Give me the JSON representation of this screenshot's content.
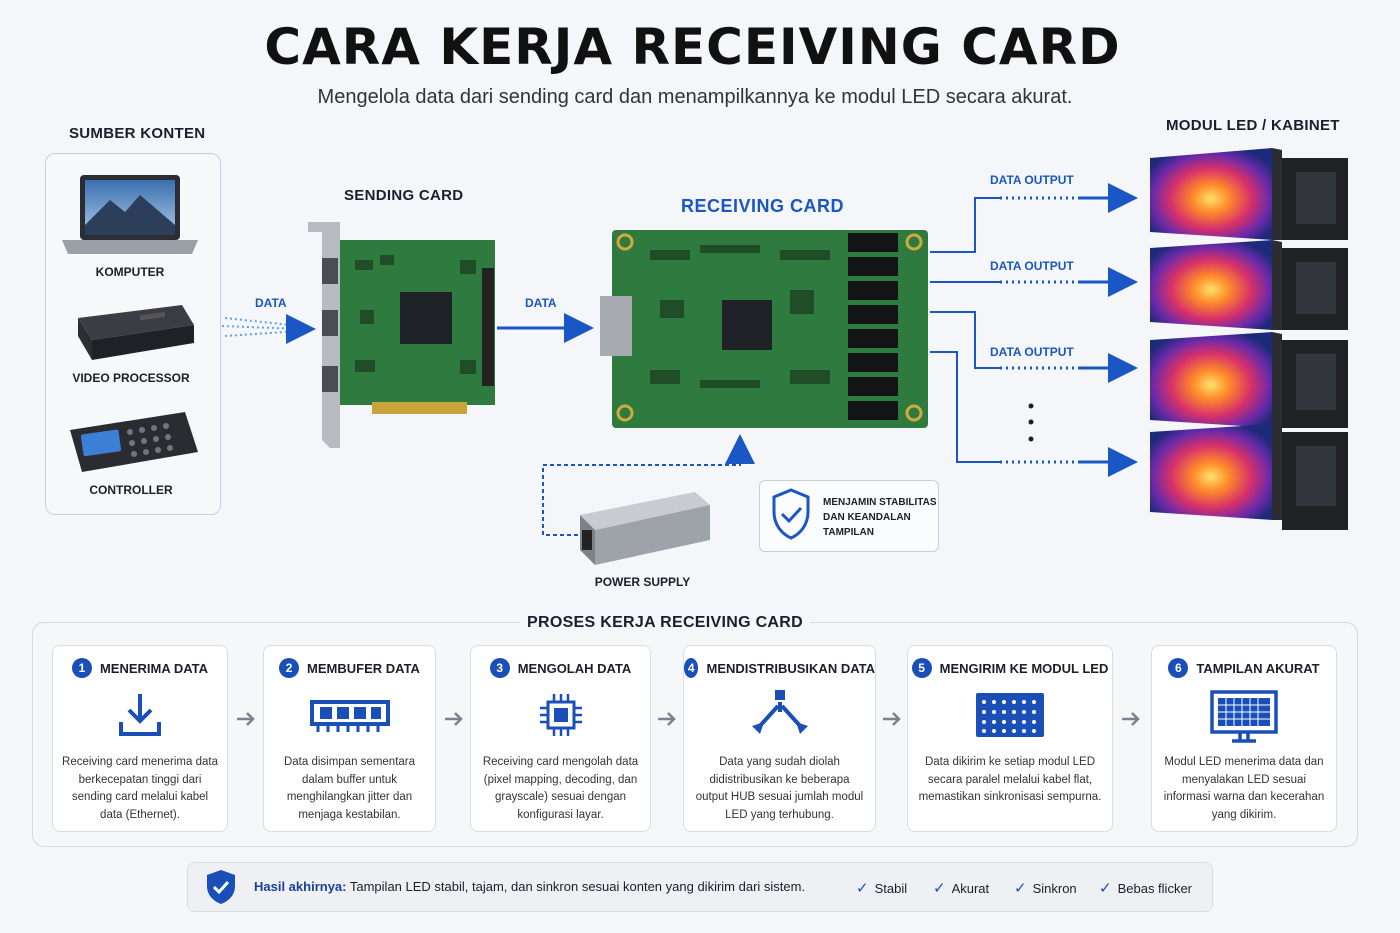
{
  "title": "CARA KERJA RECEIVING CARD",
  "subtitle": "Mengelola data dari sending card dan menampilkannya ke modul LED secara akurat.",
  "source": {
    "header": "SUMBER KONTEN",
    "items": [
      "KOMPUTER",
      "VIDEO PROCESSOR",
      "CONTROLLER"
    ]
  },
  "sending_card": {
    "header": "SENDING CARD",
    "data_in": "DATA",
    "data_out": "DATA"
  },
  "receiving_card": {
    "header": "RECEIVING CARD"
  },
  "outputs": [
    "DATA OUTPUT",
    "DATA OUTPUT",
    "DATA OUTPUT"
  ],
  "led_header": "MODUL LED / KABINET",
  "power_supply": "POWER SUPPLY",
  "badge": "MENJAMIN STABILITAS DAN KEANDALAN TAMPILAN",
  "process": {
    "title": "PROSES KERJA RECEIVING CARD",
    "steps": [
      {
        "num": "1",
        "title": "MENERIMA DATA",
        "icon": "download-icon",
        "desc": "Receiving card menerima data berkecepatan tinggi dari sending card melalui kabel data (Ethernet)."
      },
      {
        "num": "2",
        "title": "MEMBUFER DATA",
        "icon": "memory-icon",
        "desc": "Data disimpan sementara dalam buffer untuk menghilangkan jitter dan menjaga kestabilan."
      },
      {
        "num": "3",
        "title": "MENGOLAH DATA",
        "icon": "chip-icon",
        "desc": "Receiving card mengolah data (pixel mapping, decoding, dan grayscale) sesuai dengan konfigurasi layar."
      },
      {
        "num": "4",
        "title": "MENDISTRIBUSIKAN DATA",
        "icon": "distribute-icon",
        "desc": "Data yang sudah diolah didistribusikan ke beberapa output HUB sesuai jumlah modul LED yang terhubung."
      },
      {
        "num": "5",
        "title": "MENGIRIM KE MODUL LED",
        "icon": "led-panel-icon",
        "desc": "Data dikirim ke setiap modul LED secara paralel melalui kabel flat, memastikan sinkronisasi sempurna."
      },
      {
        "num": "6",
        "title": "TAMPILAN AKURAT",
        "icon": "monitor-icon",
        "desc": "Modul LED menerima data dan menyalakan LED sesuai informasi warna dan kecerahan yang dikirim."
      }
    ]
  },
  "result": {
    "label": "Hasil akhirnya:",
    "text": " Tampilan LED stabil, tajam, dan sinkron sesuai konten yang dikirim dari sistem.",
    "checks": [
      "Stabil",
      "Akurat",
      "Sinkron",
      "Bebas flicker"
    ]
  },
  "colors": {
    "accent": "#1a56c4",
    "board": "#2f7a3e",
    "dark": "#1b1f2a"
  }
}
